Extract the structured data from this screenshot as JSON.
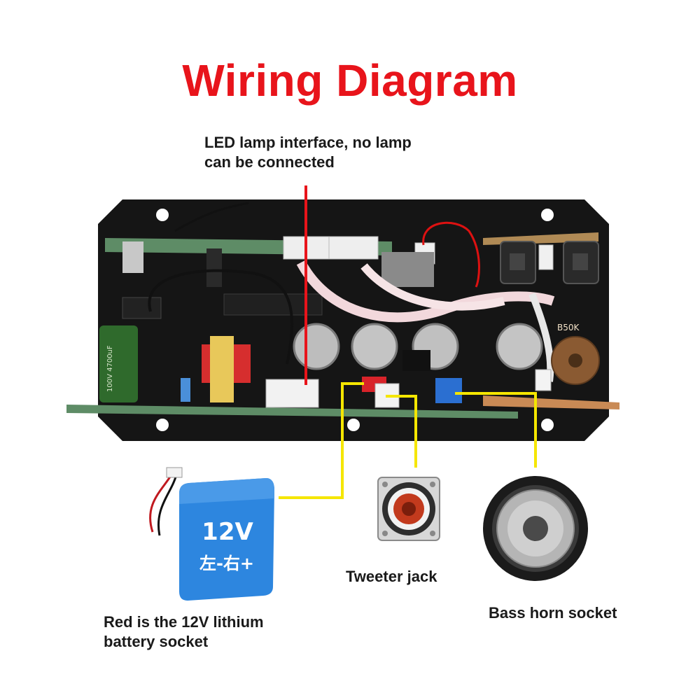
{
  "title": "Wiring Diagram",
  "labels": {
    "led": [
      "LED lamp interface, no lamp",
      "can be connected"
    ],
    "battery": [
      "Red is the 12V lithium",
      "battery socket"
    ],
    "tweeter": "Tweeter jack",
    "bass": "Bass horn socket"
  },
  "battery_print": {
    "voltage": "12V",
    "polarity": "左-右+"
  },
  "board_print": {
    "pot": "B50K"
  },
  "colors": {
    "title": "#e8141b",
    "wire_led": "#e8141b",
    "wire_yellow": "#f5e600",
    "battery": "#2d86df"
  }
}
